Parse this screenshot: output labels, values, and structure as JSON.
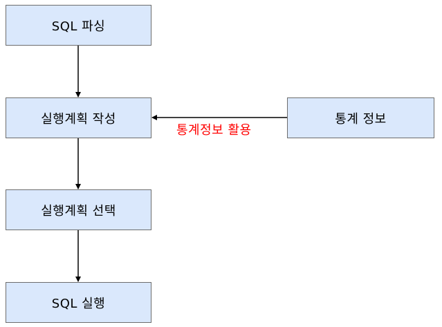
{
  "nodes": {
    "parse": "SQL 파싱",
    "plan": "실행계획 작성",
    "stats": "통계 정보",
    "select": "실행계획 선택",
    "execute": "SQL 실행"
  },
  "edges": {
    "stats_to_plan_label": "통계정보 활용"
  },
  "colors": {
    "box_fill": "#dae8fc",
    "box_border": "#6c6c6c",
    "arrow": "#000000",
    "edge_label": "#ff0000"
  }
}
